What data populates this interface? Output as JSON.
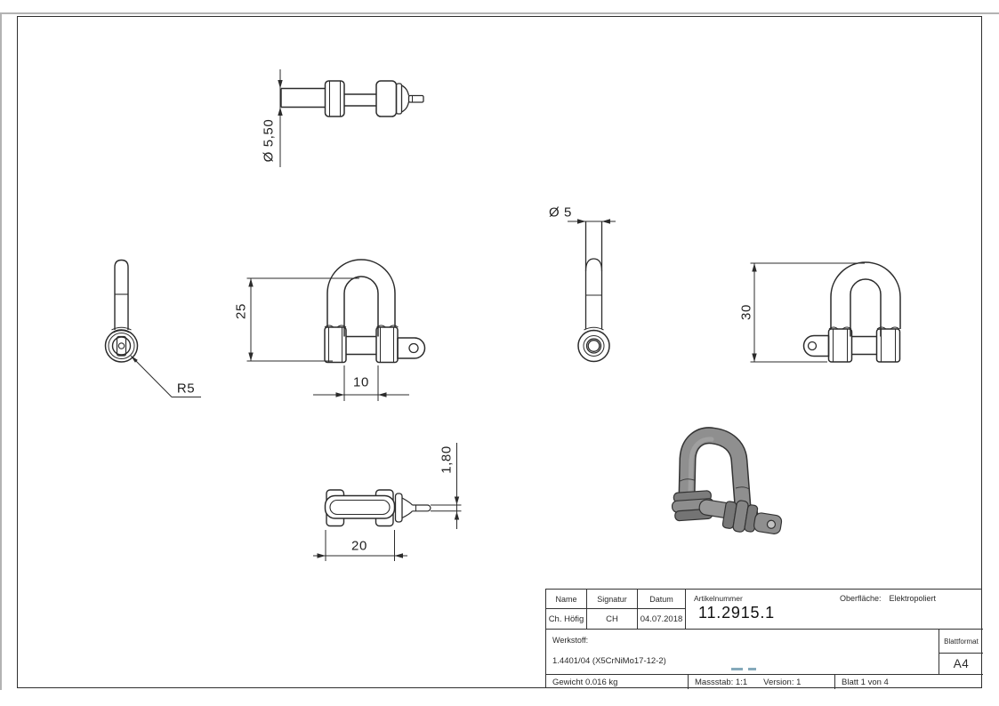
{
  "page": {
    "background": "#ffffff",
    "frame_color": "#2e2e2e",
    "line_color": "#2b2b2b",
    "edge_color": "#b3b3b3"
  },
  "views": {
    "pin_side": {
      "diameter_label": "Ø 5,50"
    },
    "side_left": {
      "radius_label": "R5"
    },
    "front_center": {
      "height_label": "25",
      "width_label": "10"
    },
    "side_right": {
      "diameter_label": "Ø 5"
    },
    "front_right": {
      "height_label": "30"
    },
    "bottom": {
      "thickness_label": "1,80",
      "length_label": "20"
    },
    "render": {
      "body_color": "#8f8f8f",
      "outline_color": "#333333"
    }
  },
  "watermark": {
    "color": "#85aabb"
  },
  "title_block": {
    "headers": {
      "name": "Name",
      "signatur": "Signatur",
      "datum": "Datum",
      "artikelnummer": "Artikelnummer",
      "oberflaeche": "Oberfläche:",
      "werkstoff": "Werkstoff:",
      "blattformat": "Blattformat"
    },
    "values": {
      "name": "Ch. Höfig",
      "signatur": "CH",
      "datum": "04.07.2018",
      "artikelnummer": "11.2915.1",
      "oberflaeche": "Elektropoliert",
      "werkstoff": "1.4401/04 (X5CrNiMo17-12-2)",
      "blattformat": "A4",
      "gewicht": "Gewicht 0.016 kg",
      "massstab": "Massstab: 1:1",
      "version": "Version: 1",
      "blatt": "Blatt 1 von 4"
    }
  }
}
